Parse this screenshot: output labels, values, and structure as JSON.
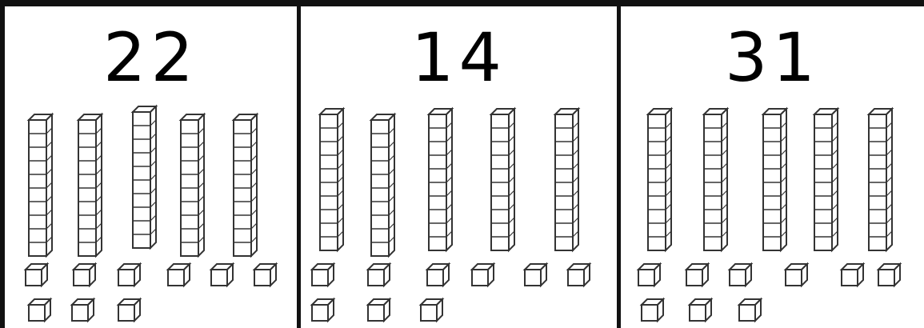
{
  "worksheet": {
    "colors": {
      "ink": "#111111",
      "block_fill": "#ffffff",
      "block_stroke": "#333333"
    },
    "panels": [
      {
        "number": "22",
        "tens_rods": 5,
        "ones_cubes": 9
      },
      {
        "number": "14",
        "tens_rods": 5,
        "ones_cubes": 9
      },
      {
        "number": "31",
        "tens_rods": 5,
        "ones_cubes": 9
      }
    ]
  }
}
